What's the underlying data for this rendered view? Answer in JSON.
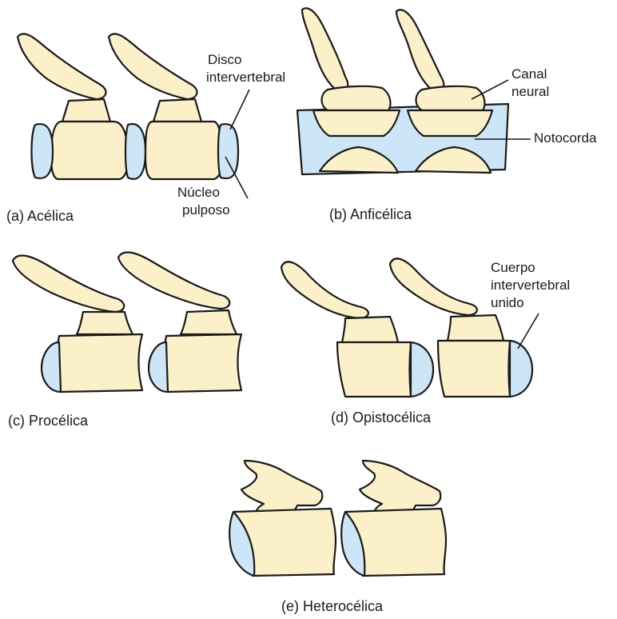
{
  "colors": {
    "bone": "#fbf0c8",
    "disc": "#cde6f7",
    "outline": "#1a1a1a"
  },
  "panels": {
    "a": {
      "caption": "(a) Acélica"
    },
    "b": {
      "caption": "(b) Anficélica"
    },
    "c": {
      "caption": "(c) Procélica"
    },
    "d": {
      "caption": "(d) Opistocélica"
    },
    "e": {
      "caption": "(e) Heterocélica"
    }
  },
  "labels": {
    "disco": [
      "Disco",
      "intervertebral"
    ],
    "nucleo": [
      "Núcleo",
      "pulposo"
    ],
    "canal": [
      "Canal",
      "neural"
    ],
    "notocorda": "Notocorda",
    "cuerpo": [
      "Cuerpo",
      "intervertebral",
      "unido"
    ]
  }
}
